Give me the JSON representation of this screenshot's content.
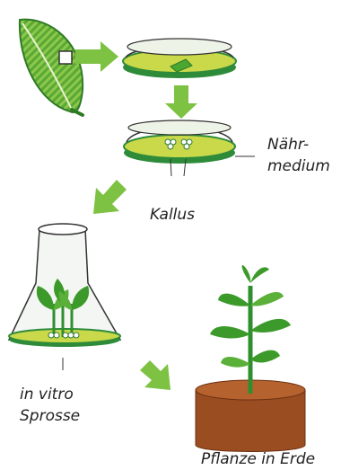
{
  "labels": {
    "nutrient_medium_line1": "Nähr-",
    "nutrient_medium_line2": "medium",
    "callus": "Kallus",
    "in_vitro_line1": "in vitro",
    "in_vitro_line2": "Sprosse",
    "plant_in_soil": "Pflanze in Erde"
  },
  "colors": {
    "leaf_dark": "#3c9a2a",
    "leaf_light": "#8cc84b",
    "arrow": "#7dc242",
    "medium": "#c9d94a",
    "dish_rim": "#2e8b3a",
    "soil": "#9b4d22",
    "glass": "#f4f6f4",
    "outline": "#333333"
  }
}
